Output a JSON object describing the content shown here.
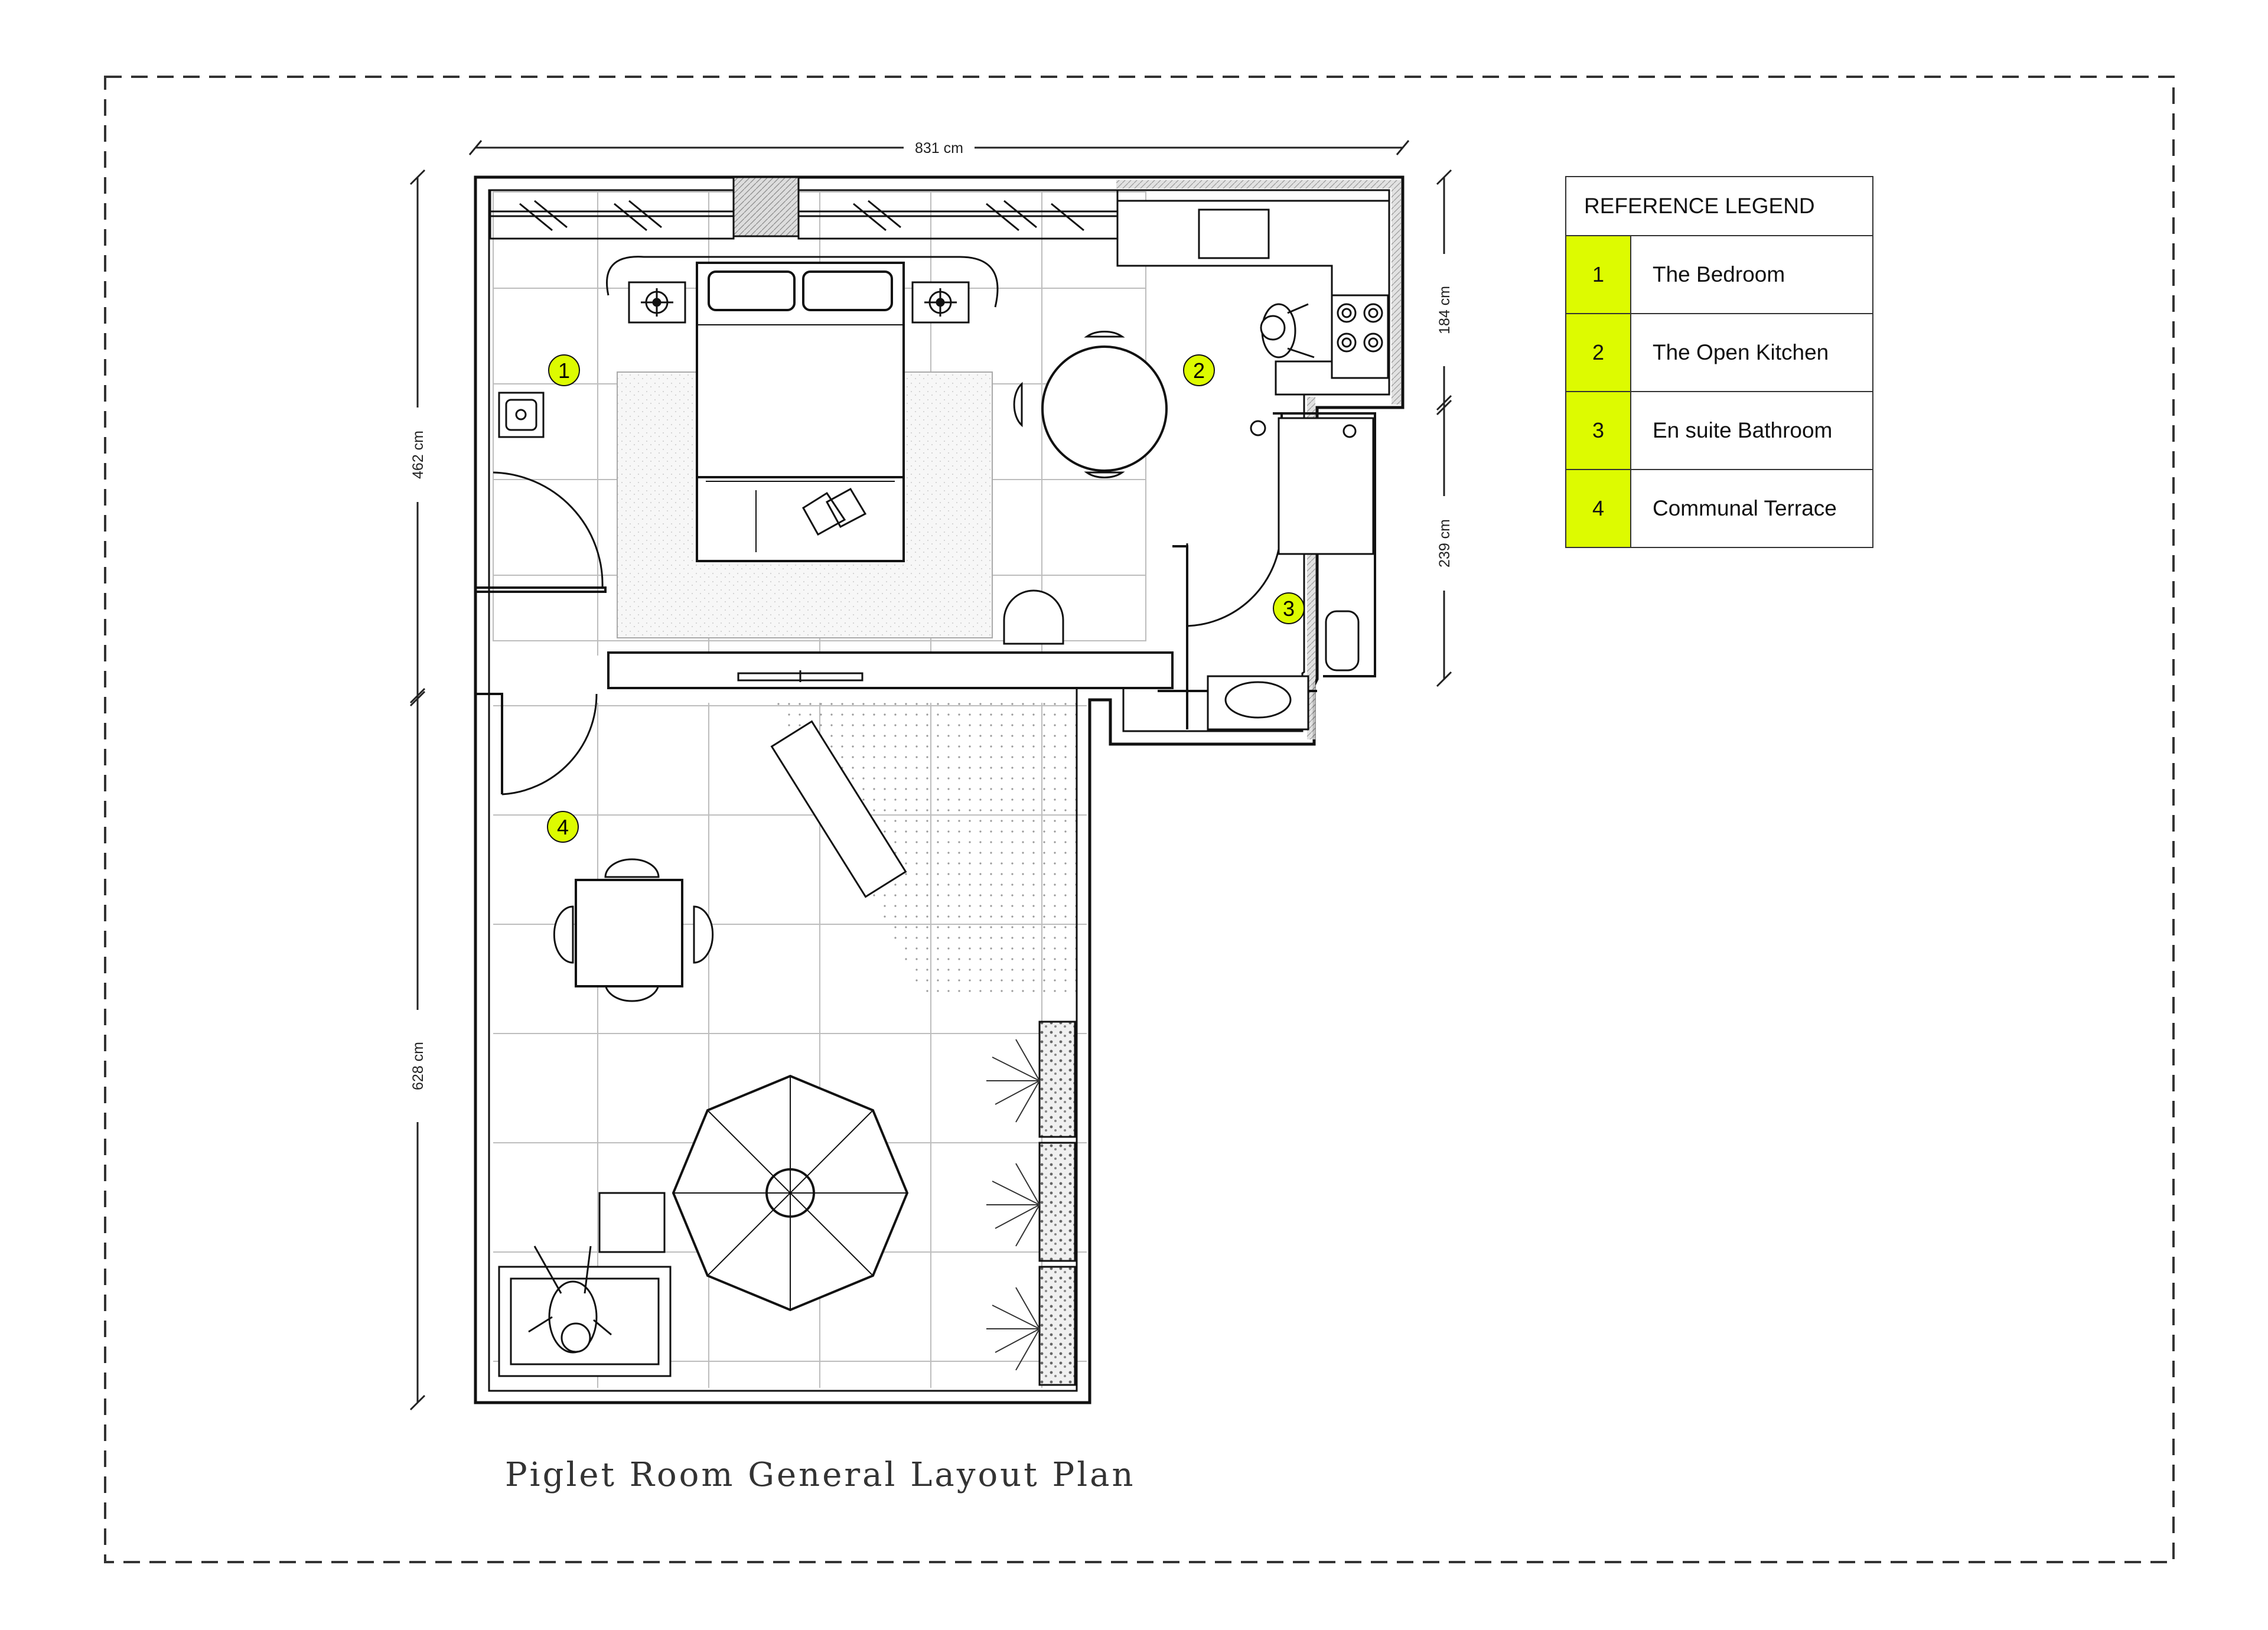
{
  "dimensions": {
    "top_width": "831 cm",
    "left_upper": "462 cm",
    "left_lower": "628 cm",
    "right_upper": "184 cm",
    "right_lower": "239 cm"
  },
  "room_markers": [
    "1",
    "2",
    "3",
    "4"
  ],
  "legend": {
    "title": "REFERENCE LEGEND",
    "items": [
      {
        "num": "1",
        "label": "The Bedroom"
      },
      {
        "num": "2",
        "label": "The Open Kitchen"
      },
      {
        "num": "3",
        "label": "En suite Bathroom"
      },
      {
        "num": "4",
        "label": "Communal Terrace"
      }
    ]
  },
  "title": "Piglet Room General Layout Plan",
  "colors": {
    "accent": "#ddfb00",
    "line": "#222222",
    "floor_grid": "#bdbdbd"
  }
}
